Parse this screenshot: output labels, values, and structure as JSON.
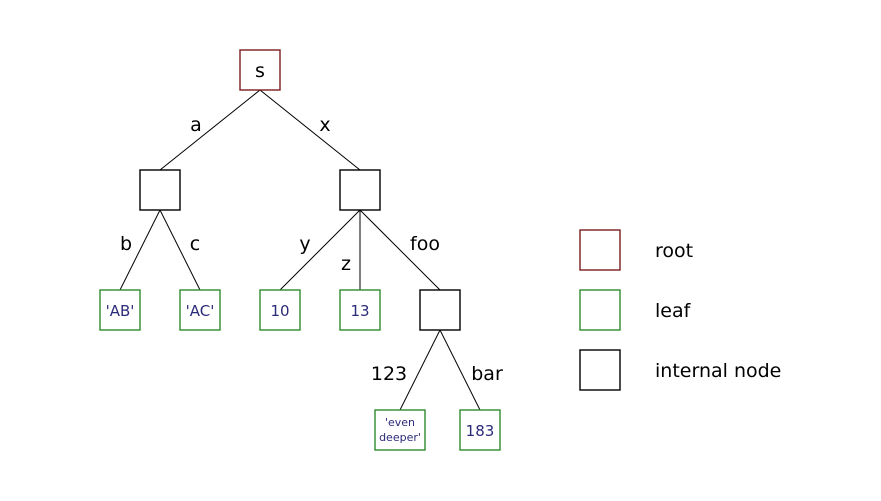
{
  "colors": {
    "root": "#7a1c1c",
    "leaf": "#2d8a2d",
    "internal": "#000000",
    "value_text": "#2b2b7a"
  },
  "nodes": {
    "s": {
      "label": "s"
    },
    "leaf_ab": {
      "label": "'AB'"
    },
    "leaf_ac": {
      "label": "'AC'"
    },
    "leaf_10": {
      "label": "10"
    },
    "leaf_13": {
      "label": "13"
    },
    "leaf_deep": {
      "line1": "'even",
      "line2": "deeper'"
    },
    "leaf_183": {
      "label": "183"
    }
  },
  "edges": {
    "a": "a",
    "x": "x",
    "b": "b",
    "c": "c",
    "y": "y",
    "z": "z",
    "foo": "foo",
    "e123": "123",
    "bar": "bar"
  },
  "legend": {
    "root": "root",
    "leaf": "leaf",
    "internal": "internal node"
  }
}
